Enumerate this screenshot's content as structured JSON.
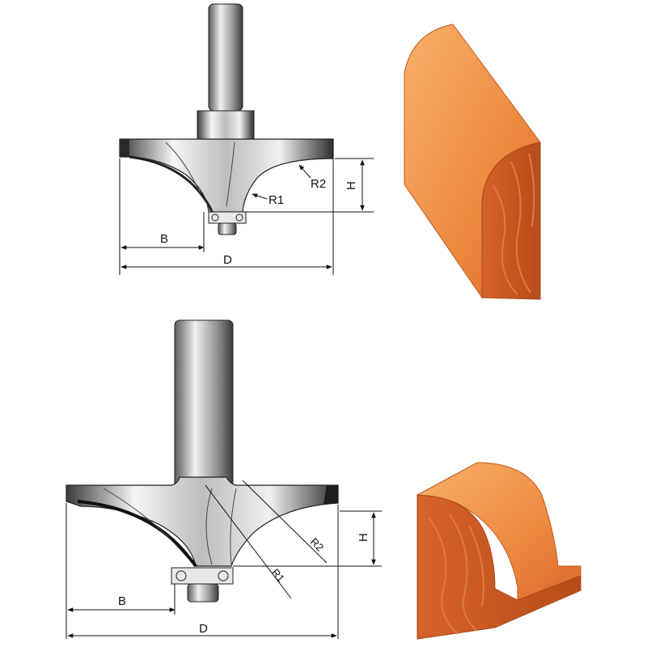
{
  "top_diagram": {
    "labels": {
      "b": "B",
      "d": "D",
      "h": "H",
      "r1": "R1",
      "r2": "R2"
    }
  },
  "bottom_diagram": {
    "labels": {
      "b": "B",
      "d": "D",
      "h": "H",
      "r1": "R1",
      "r2": "R2"
    }
  },
  "colors": {
    "wood_light": "#f5a15a",
    "wood_mid": "#e87a33",
    "wood_dark": "#c8541c",
    "steel_light": "#f2f2f2",
    "steel_dark": "#4a4a4a"
  }
}
